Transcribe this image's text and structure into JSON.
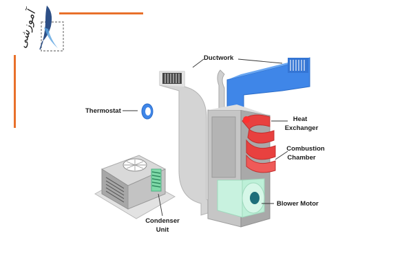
{
  "labels": {
    "ductwork": "Ductwork",
    "thermostat": "Thermostat",
    "heat_exchanger_1": "Heat",
    "heat_exchanger_2": "Exchanger",
    "combustion_chamber_1": "Combustion",
    "combustion_chamber_2": "Chamber",
    "blower_motor": "Blower Motor",
    "condenser_unit_1": "Condenser",
    "condenser_unit_2": "Unit"
  },
  "colors": {
    "accent_orange": "#e8702a",
    "duct_blue": "#3f86e8",
    "exchanger_red": "#e8413f",
    "blower_mint": "#bdf0d8",
    "furnace_gray": "#bdbdbd",
    "duct_gray": "#d0d0d0"
  },
  "logo": {
    "icon": "quill-pen-logo-icon",
    "script_text": "آموزشی"
  }
}
